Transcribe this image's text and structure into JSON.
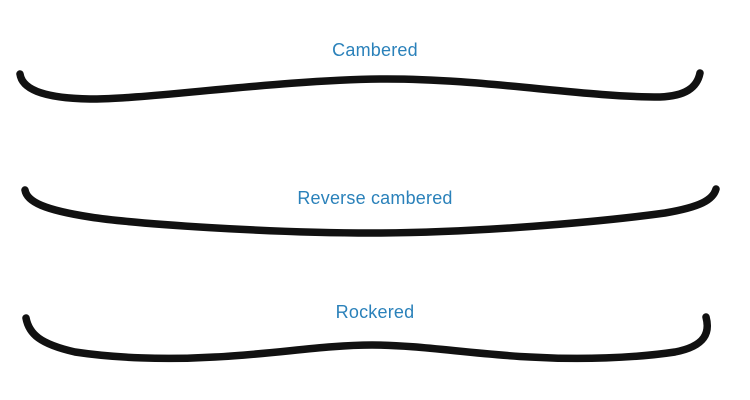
{
  "diagram": {
    "profiles": [
      {
        "id": "cambered",
        "label": "Cambered"
      },
      {
        "id": "reverse-cambered",
        "label": "Reverse cambered"
      },
      {
        "id": "rockered",
        "label": "Rockered"
      }
    ]
  },
  "colors": {
    "label_text": "#2a81ba",
    "curve_stroke": "#111111",
    "background": "#ffffff"
  }
}
